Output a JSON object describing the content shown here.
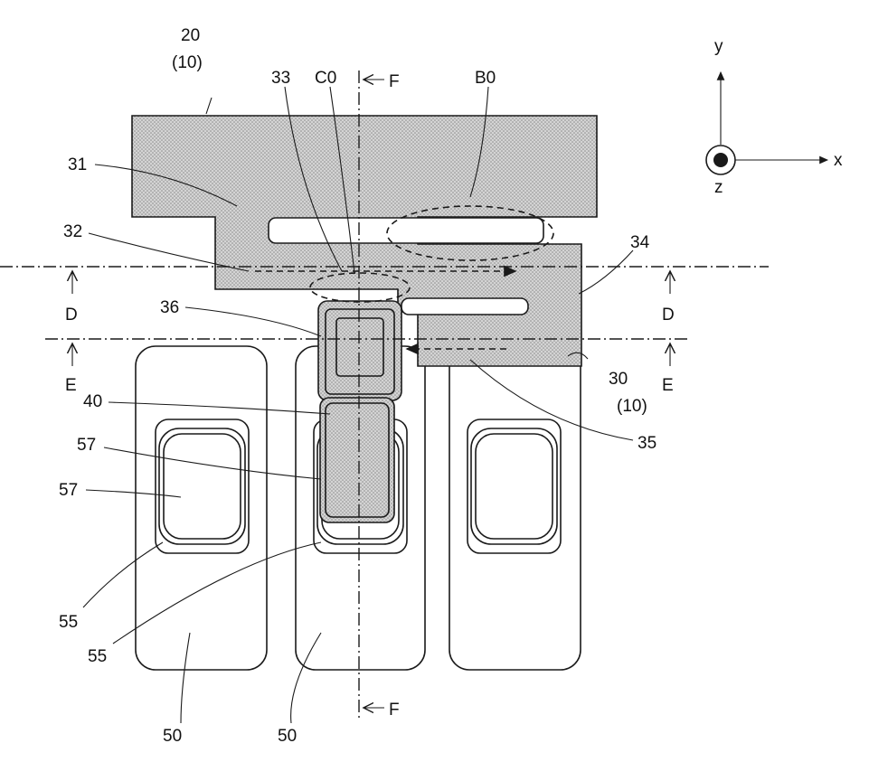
{
  "labels": {
    "l20": "20",
    "l20b": "(10)",
    "l33": "33",
    "lC0": "C0",
    "lF_top": "F",
    "lB0": "B0",
    "l31": "31",
    "l32": "32",
    "l34": "34",
    "lD_left": "D",
    "lD_right": "D",
    "l36": "36",
    "lE_left": "E",
    "lE_right": "E",
    "l30": "30",
    "l30b": "(10)",
    "l40": "40",
    "l35": "35",
    "l57a": "57",
    "l57b": "57",
    "l55a": "55",
    "l55b": "55",
    "l50a": "50",
    "l50b": "50",
    "lF_bottom": "F"
  },
  "axes": {
    "y": "y",
    "x": "x",
    "z": "z"
  },
  "colors": {
    "hatch_fill": "#bdbdbd",
    "line": "#1a1a1a",
    "background": "#ffffff"
  }
}
